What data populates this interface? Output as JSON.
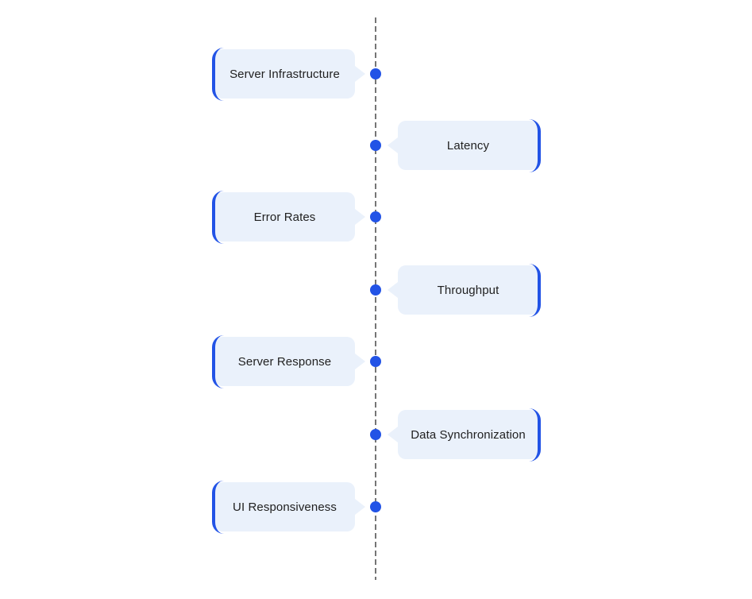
{
  "diagram": {
    "type": "vertical-timeline",
    "items": [
      {
        "label": "Server Infrastructure",
        "side": "left"
      },
      {
        "label": "Latency",
        "side": "right"
      },
      {
        "label": "Error Rates",
        "side": "left"
      },
      {
        "label": "Throughput",
        "side": "right"
      },
      {
        "label": "Server Response",
        "side": "left"
      },
      {
        "label": "Data Synchronization",
        "side": "right"
      },
      {
        "label": "UI Responsiveness",
        "side": "left"
      }
    ],
    "colors": {
      "background": "#ffffff",
      "card_bg": "#eaf1fb",
      "accent": "#2253e6",
      "dot": "#2253e6",
      "line": "#757575",
      "text": "#212121"
    }
  }
}
